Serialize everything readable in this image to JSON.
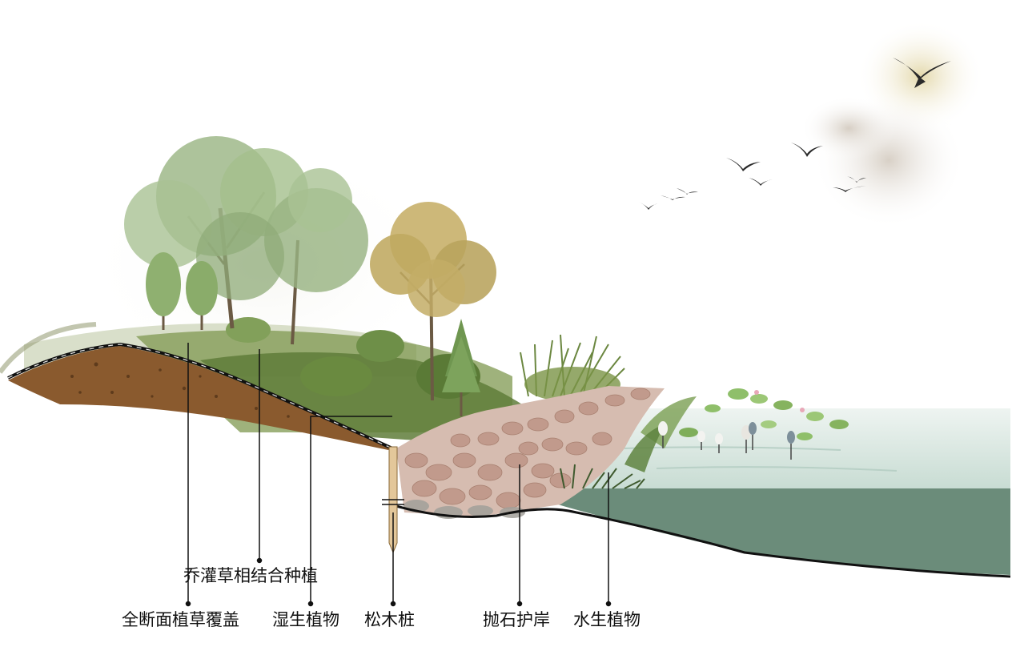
{
  "labels": {
    "tree_shrub_grass": "乔灌草相结合种植",
    "full_section_grass": "全断面植草覆盖",
    "wetland_plants": "湿生植物",
    "pine_piles": "松木桩",
    "riprap_revetment": "抛石护岸",
    "aquatic_plants": "水生植物"
  },
  "colors": {
    "soil": "#8a5a2e",
    "water_surface": "#dbe8e2",
    "water_deep": "#6b8c7a",
    "vegetation": "#6f8f45",
    "stone": "#c9a89a",
    "leader": "#111111"
  }
}
